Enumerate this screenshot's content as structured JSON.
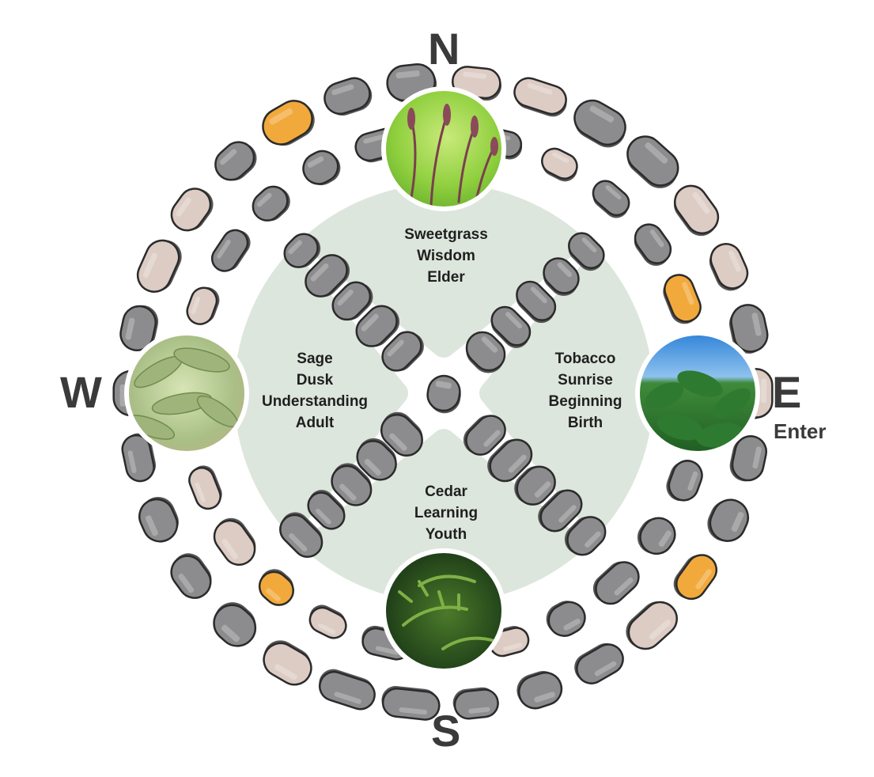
{
  "directions": {
    "north": "N",
    "south": "S",
    "east": "E",
    "west": "W",
    "east_note": "Enter"
  },
  "quadrants": {
    "north": {
      "lines": [
        "Sweetgrass",
        "Wisdom",
        "Elder"
      ],
      "photo_icon": "sweetgrass-photo"
    },
    "east": {
      "lines": [
        "Tobacco",
        "Sunrise",
        "Beginning",
        "Birth"
      ],
      "photo_icon": "tobacco-photo"
    },
    "south": {
      "lines": [
        "Cedar",
        "Learning",
        "Youth"
      ],
      "photo_icon": "cedar-photo"
    },
    "west": {
      "lines": [
        "Sage",
        "Dusk",
        "Understanding",
        "Adult"
      ],
      "photo_icon": "sage-photo"
    }
  },
  "colors": {
    "quadrant_fill": "#dde6dc",
    "stone_gray": "#8c8c8e",
    "stone_beige": "#dcccc4",
    "stone_orange": "#f2a93b",
    "stone_outline": "#2b2b2b",
    "text": "#1f1f1f"
  }
}
